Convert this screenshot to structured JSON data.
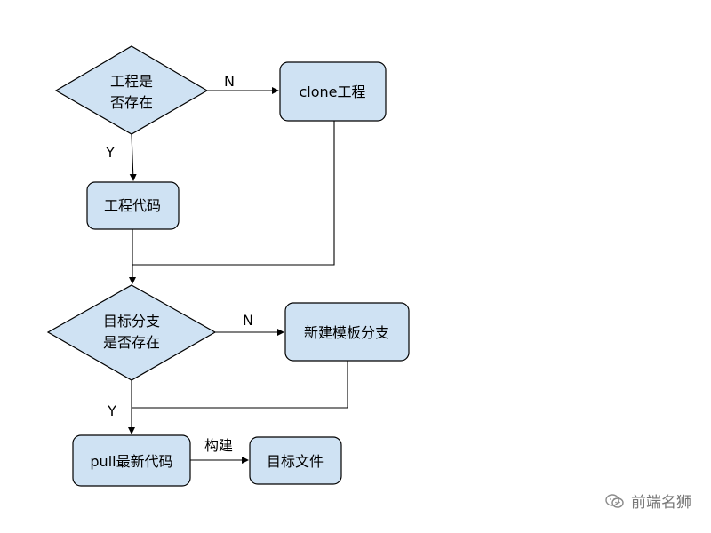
{
  "nodes": {
    "project_exists": {
      "lines": [
        "工程是",
        "否存在"
      ]
    },
    "clone_project": {
      "lines": [
        "clone工程"
      ]
    },
    "project_code": {
      "lines": [
        "工程代码"
      ]
    },
    "branch_exists": {
      "lines": [
        "目标分支",
        "是否存在"
      ]
    },
    "new_template_branch": {
      "lines": [
        "新建模板分支"
      ]
    },
    "pull_latest": {
      "lines": [
        "pull最新代码"
      ]
    },
    "target_file": {
      "lines": [
        "目标文件"
      ]
    }
  },
  "edges": {
    "no_1": "N",
    "yes_1": "Y",
    "no_2": "N",
    "yes_2": "Y",
    "build": "构建"
  },
  "watermark": {
    "text": "前端名狮",
    "icon": "wechat-icon"
  },
  "colors": {
    "node_fill": "#cfe2f3",
    "stroke": "#000000",
    "watermark": "#777777"
  }
}
